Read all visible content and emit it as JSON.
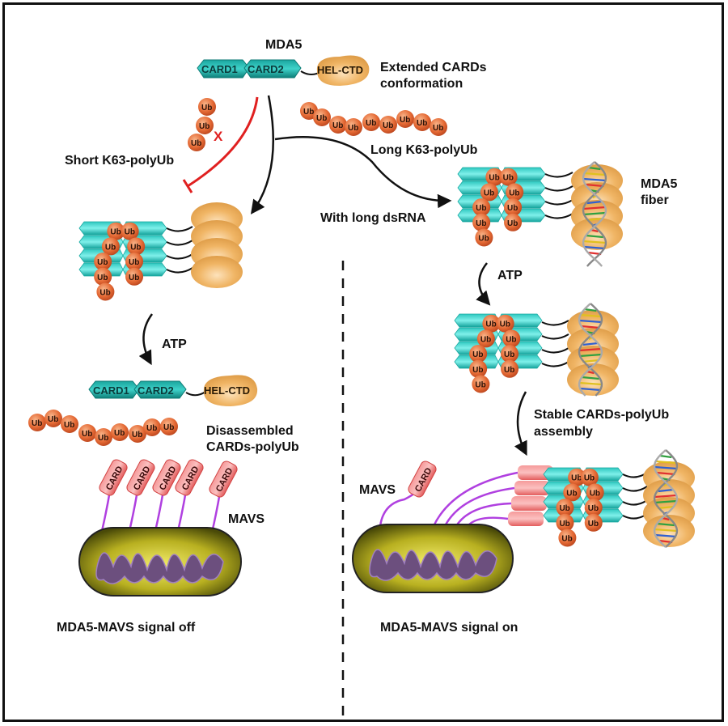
{
  "figure": {
    "title": "MDA5",
    "labels": {
      "mda5": "MDA5",
      "extended_line1": "Extended CARDs",
      "extended_line2": "conformation",
      "short_polyub": "Short K63-polyUb",
      "long_polyub": "Long K63-polyUb",
      "with_long_dsrna": "With long dsRNA",
      "fiber_line1": "MDA5",
      "fiber_line2": "fiber",
      "atp_left": "ATP",
      "atp_right": "ATP",
      "disassembled_line1": "Disassembled",
      "disassembled_line2": "CARDs-polyUb",
      "stable_line1": "Stable CARDs-polyUb",
      "stable_line2": "assembly",
      "mavs_left": "MAVS",
      "mavs_right": "MAVS",
      "signal_off": "MDA5-MAVS  signal off",
      "signal_on": "MDA5-MAVS  signal on",
      "inhibit_mark": "X"
    },
    "domains": {
      "card1": "CARD1",
      "card2": "CARD2",
      "helctd": "HEL-CTD",
      "card": "CARD",
      "ub": "Ub"
    },
    "colors": {
      "card_teal": "#1fb8b0",
      "card_teal_light": "#7fe8e2",
      "helicase_orange": "#e8a95a",
      "ubiquitin": "#e06a3a",
      "mavs_card": "#f07a7a",
      "mavs_linker": "#b040e0",
      "inhibition_red": "#e02020",
      "mito_outer": "#8a8a10",
      "mito_inner": "#6a4a78"
    }
  }
}
